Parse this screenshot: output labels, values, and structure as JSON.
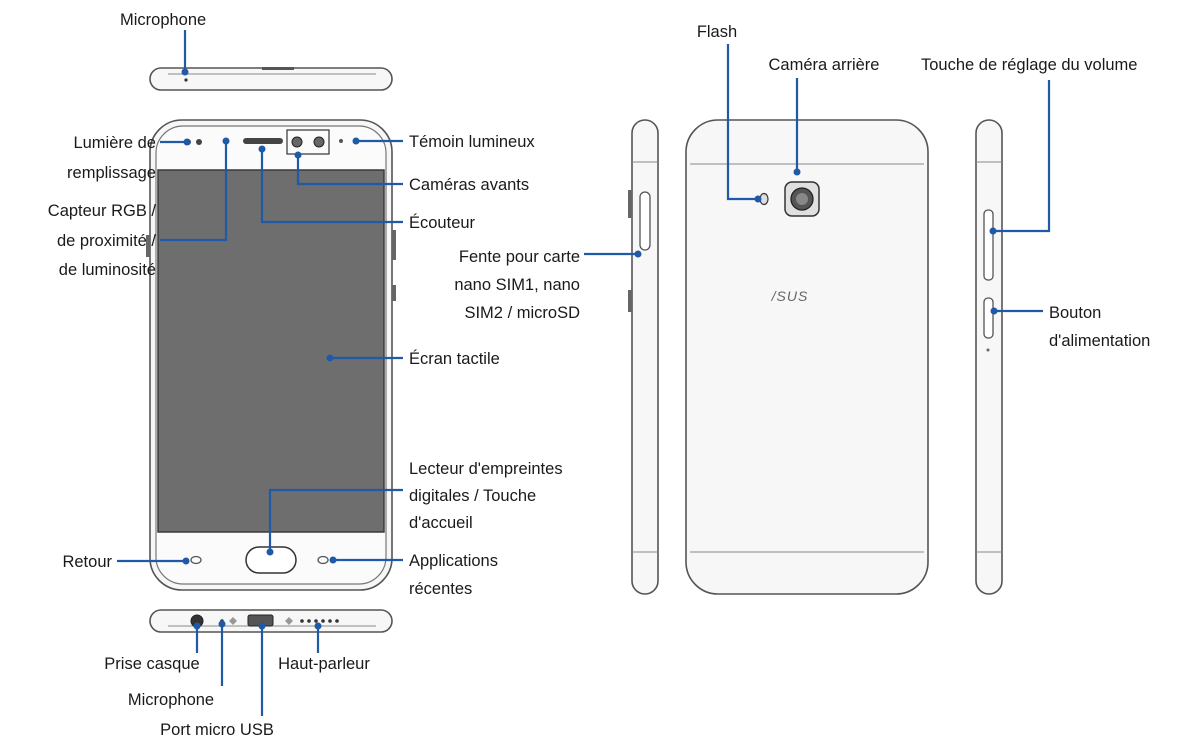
{
  "labels": {
    "top_microphone": "Microphone",
    "fill_light_1": "Lumière de",
    "fill_light_2": "remplissage",
    "rgb_sensor_1": "Capteur RGB /",
    "rgb_sensor_2": "de proximité /",
    "rgb_sensor_3": "de luminosité",
    "led_indicator": "Témoin lumineux",
    "front_cameras": "Caméras avants",
    "earpiece": "Écouteur",
    "touch_screen": "Écran tactile",
    "fingerprint_1": "Lecteur d'empreintes",
    "fingerprint_2": "digitales / Touche",
    "fingerprint_3": "d'accueil",
    "back_key": "Retour",
    "recent_apps_1": "Applications",
    "recent_apps_2": "récentes",
    "headset_jack": "Prise casque",
    "bottom_microphone": "Microphone",
    "micro_usb": "Port micro USB",
    "speaker": "Haut-parleur",
    "flash": "Flash",
    "rear_camera": "Caméra arrière",
    "volume_key": "Touche de réglage du volume",
    "sim_slot_1": "Fente pour carte",
    "sim_slot_2": "nano SIM1, nano",
    "sim_slot_3": "SIM2 / microSD",
    "power_button_1": "Bouton",
    "power_button_2": "d'alimentation",
    "brand_logo": "/SUS"
  },
  "colors": {
    "callout_line": "#1e5aa8",
    "screen": "#6e6e6e",
    "phone_body": "#f7f7f7"
  }
}
